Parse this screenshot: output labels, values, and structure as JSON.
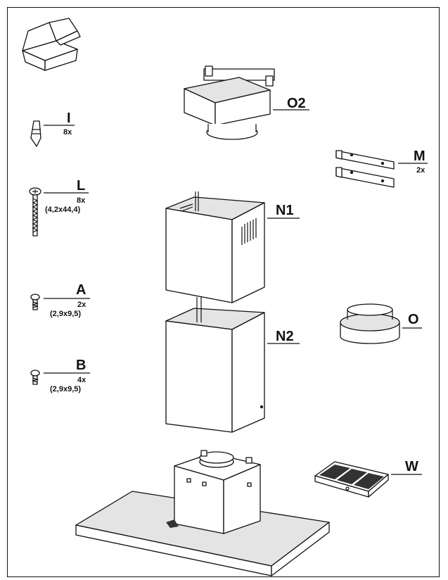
{
  "parts": {
    "O2": {
      "code": "O2"
    },
    "I": {
      "code": "I",
      "qty": "8x"
    },
    "M": {
      "code": "M",
      "qty": "2x"
    },
    "L": {
      "code": "L",
      "qty": "8x",
      "size": "(4,2x44,4)"
    },
    "N1": {
      "code": "N1"
    },
    "A": {
      "code": "A",
      "qty": "2x",
      "size": "(2,9x9,5)"
    },
    "O": {
      "code": "O"
    },
    "N2": {
      "code": "N2"
    },
    "B": {
      "code": "B",
      "qty": "4x",
      "size": "(2,9x9,5)"
    },
    "W": {
      "code": "W"
    }
  }
}
